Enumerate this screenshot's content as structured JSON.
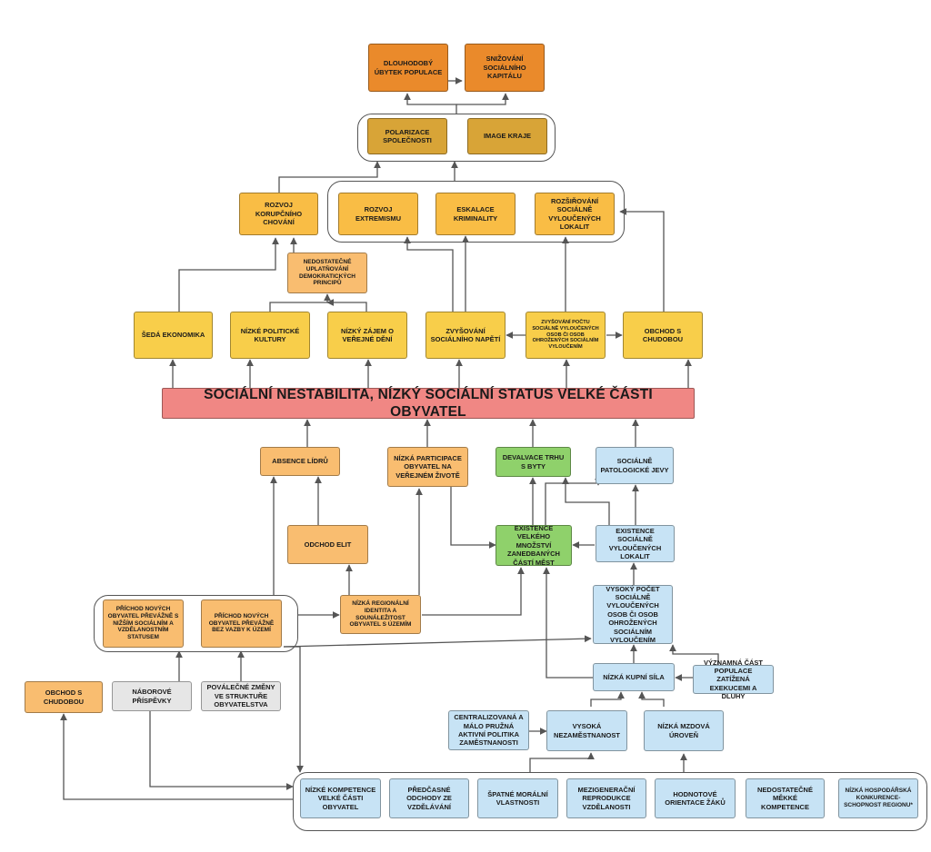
{
  "colors": {
    "dark_orange": "#ea8a2b",
    "gold": "#d8a437",
    "yellow": "#f8ce4a",
    "light_orange": "#f9bd70",
    "red": "#f08784",
    "green": "#8fd16b",
    "light_blue": "#c7e3f5",
    "grey": "#e6e6e6",
    "line": "#555555"
  },
  "nodes": {
    "dlouhodoby_ubytek": "DLOUHODOBÝ ÚBYTEK POPULACE",
    "snizovani_kapitalu": "SNIŽOVÁNÍ SOCIÁLNÍHO KAPITÁLU",
    "polarizace": "POLARIZACE SPOLEČNOSTI",
    "image_kraje": "IMAGE KRAJE",
    "rozvoj_korupcniho": "ROZVOJ KORUPČNÍHO CHOVÁNÍ",
    "rozvoj_extremismu": "ROZVOJ EXTREMISMU",
    "eskalace_kriminality": "ESKALACE KRIMINALITY",
    "rozsirovani_lokalit": "ROZŠIŘOVÁNÍ SOCIÁLNĚ VYLOUČENÝCH LOKALIT",
    "nedostatecne_uplatnovani": "NEDOSTATEČNÉ UPLATŇOVÁNÍ DEMOKRATICKÝCH PRINCIPŮ",
    "seda_ekonomika": "ŠEDÁ EKONOMIKA",
    "nizke_politicke": "NÍZKÉ POLITICKÉ KULTURY",
    "nizky_zajem": "NÍZKÝ ZÁJEM O VEŘEJNÉ DĚNÍ",
    "zvysovani_napeti": "ZVYŠOVÁNÍ SOCIÁLNÍHO NAPĚTÍ",
    "zvysovani_poctu": "ZVYŠOVÁNÍ POČTU SOCIÁLNĚ VYLOUČENÝCH OSOB ČI OSOB OHROŽENÝCH SOCIÁLNÍM VYLOUČENÍM",
    "obchod_chudobou_top": "OBCHOD S CHUDOBOU",
    "main": "SOCIÁLNÍ NESTABILITA, NÍZKÝ SOCIÁLNÍ STATUS VELKÉ ČÁSTI OBYVATEL",
    "absence_lidru": "ABSENCE LÍDRŮ",
    "nizka_participace": "NÍZKÁ PARTICIPACE OBYVATEL NA VEŘEJNÉM ŽIVOTĚ",
    "devalvace": "DEVALVACE TRHU S BYTY",
    "patologicke_jevy": "SOCIÁLNĚ PATOLOGICKÉ JEVY",
    "odchod_elit": "ODCHOD ELIT",
    "existence_zanedbanych": "EXISTENCE VELKÉHO MNOŽSTVÍ ZANEDBANÝCH ČÁSTÍ MĚST",
    "existence_lokalit": "EXISTENCE SOCIÁLNĚ VYLOUČENÝCH LOKALIT",
    "prichod_nizsi": "PŘÍCHOD NOVÝCH OBYVATEL PŘEVÁŽNĚ S NIŽŠÍM SOCIÁLNÍM A VZDĚLANOSTNÍM STATUSEM",
    "prichod_bez_vazby": "PŘÍCHOD NOVÝCH OBYVATEL PŘEVÁŽNĚ BEZ VAZBY K ÚZEMÍ",
    "nizka_identita": "NÍZKÁ REGIONÁLNÍ IDENTITA A SOUNÁLEŽITOST OBYVATEL S ÚZEMÍM",
    "vysoky_pocet": "VYSOKÝ POČET SOCIÁLNĚ VYLOUČENÝCH OSOB ČI OSOB OHROŽENÝCH SOCIÁLNÍM VYLOUČENÍM",
    "obchod_chudobou_bottom": "OBCHOD S CHUDOBOU",
    "naborove": "NÁBOROVÉ PŘÍSPĚVKY",
    "povalecne": "POVÁLEČNÉ ZMĚNY VE STRUKTUŘE OBYVATELSTVA",
    "nizka_kupni_sila": "NÍZKÁ KUPNÍ SÍLA",
    "vyznamna_cast": "VÝZNAMNÁ ČÁST POPULACE ZATÍŽENÁ EXEKUCEMI A DLUHY",
    "centralizovana": "CENTRALIZOVANÁ A MÁLO PRUŽNÁ AKTIVNÍ POLITIKA ZAMĚSTNANOSTI",
    "vysoka_nezamestnanost": "VYSOKÁ NEZAMĚSTNANOST",
    "nizka_mzdova": "NÍZKÁ MZDOVÁ ÚROVEŇ",
    "nizke_kompetence": "NÍZKÉ KOMPETENCE VELKÉ ČÁSTI OBYVATEL",
    "predcasne": "PŘEDČASNÉ ODCHODY ZE VZDĚLÁVÁNÍ",
    "spatne_moralni": "ŠPATNÉ MORÁLNÍ VLASTNOSTI",
    "mezigeneracni": "MEZIGENERAČNÍ REPRODUKCE VZDĚLANOSTI",
    "hodnotove": "HODNOTOVÉ ORIENTACE ŽÁKŮ",
    "nedostatecne_mekke": "NEDOSTATEČNÉ MĚKKÉ KOMPETENCE",
    "nizka_hospodarska": "NÍZKÁ HOSPODÁŘSKÁ KONKURENCE- SCHOPNOST REGIONU*"
  }
}
